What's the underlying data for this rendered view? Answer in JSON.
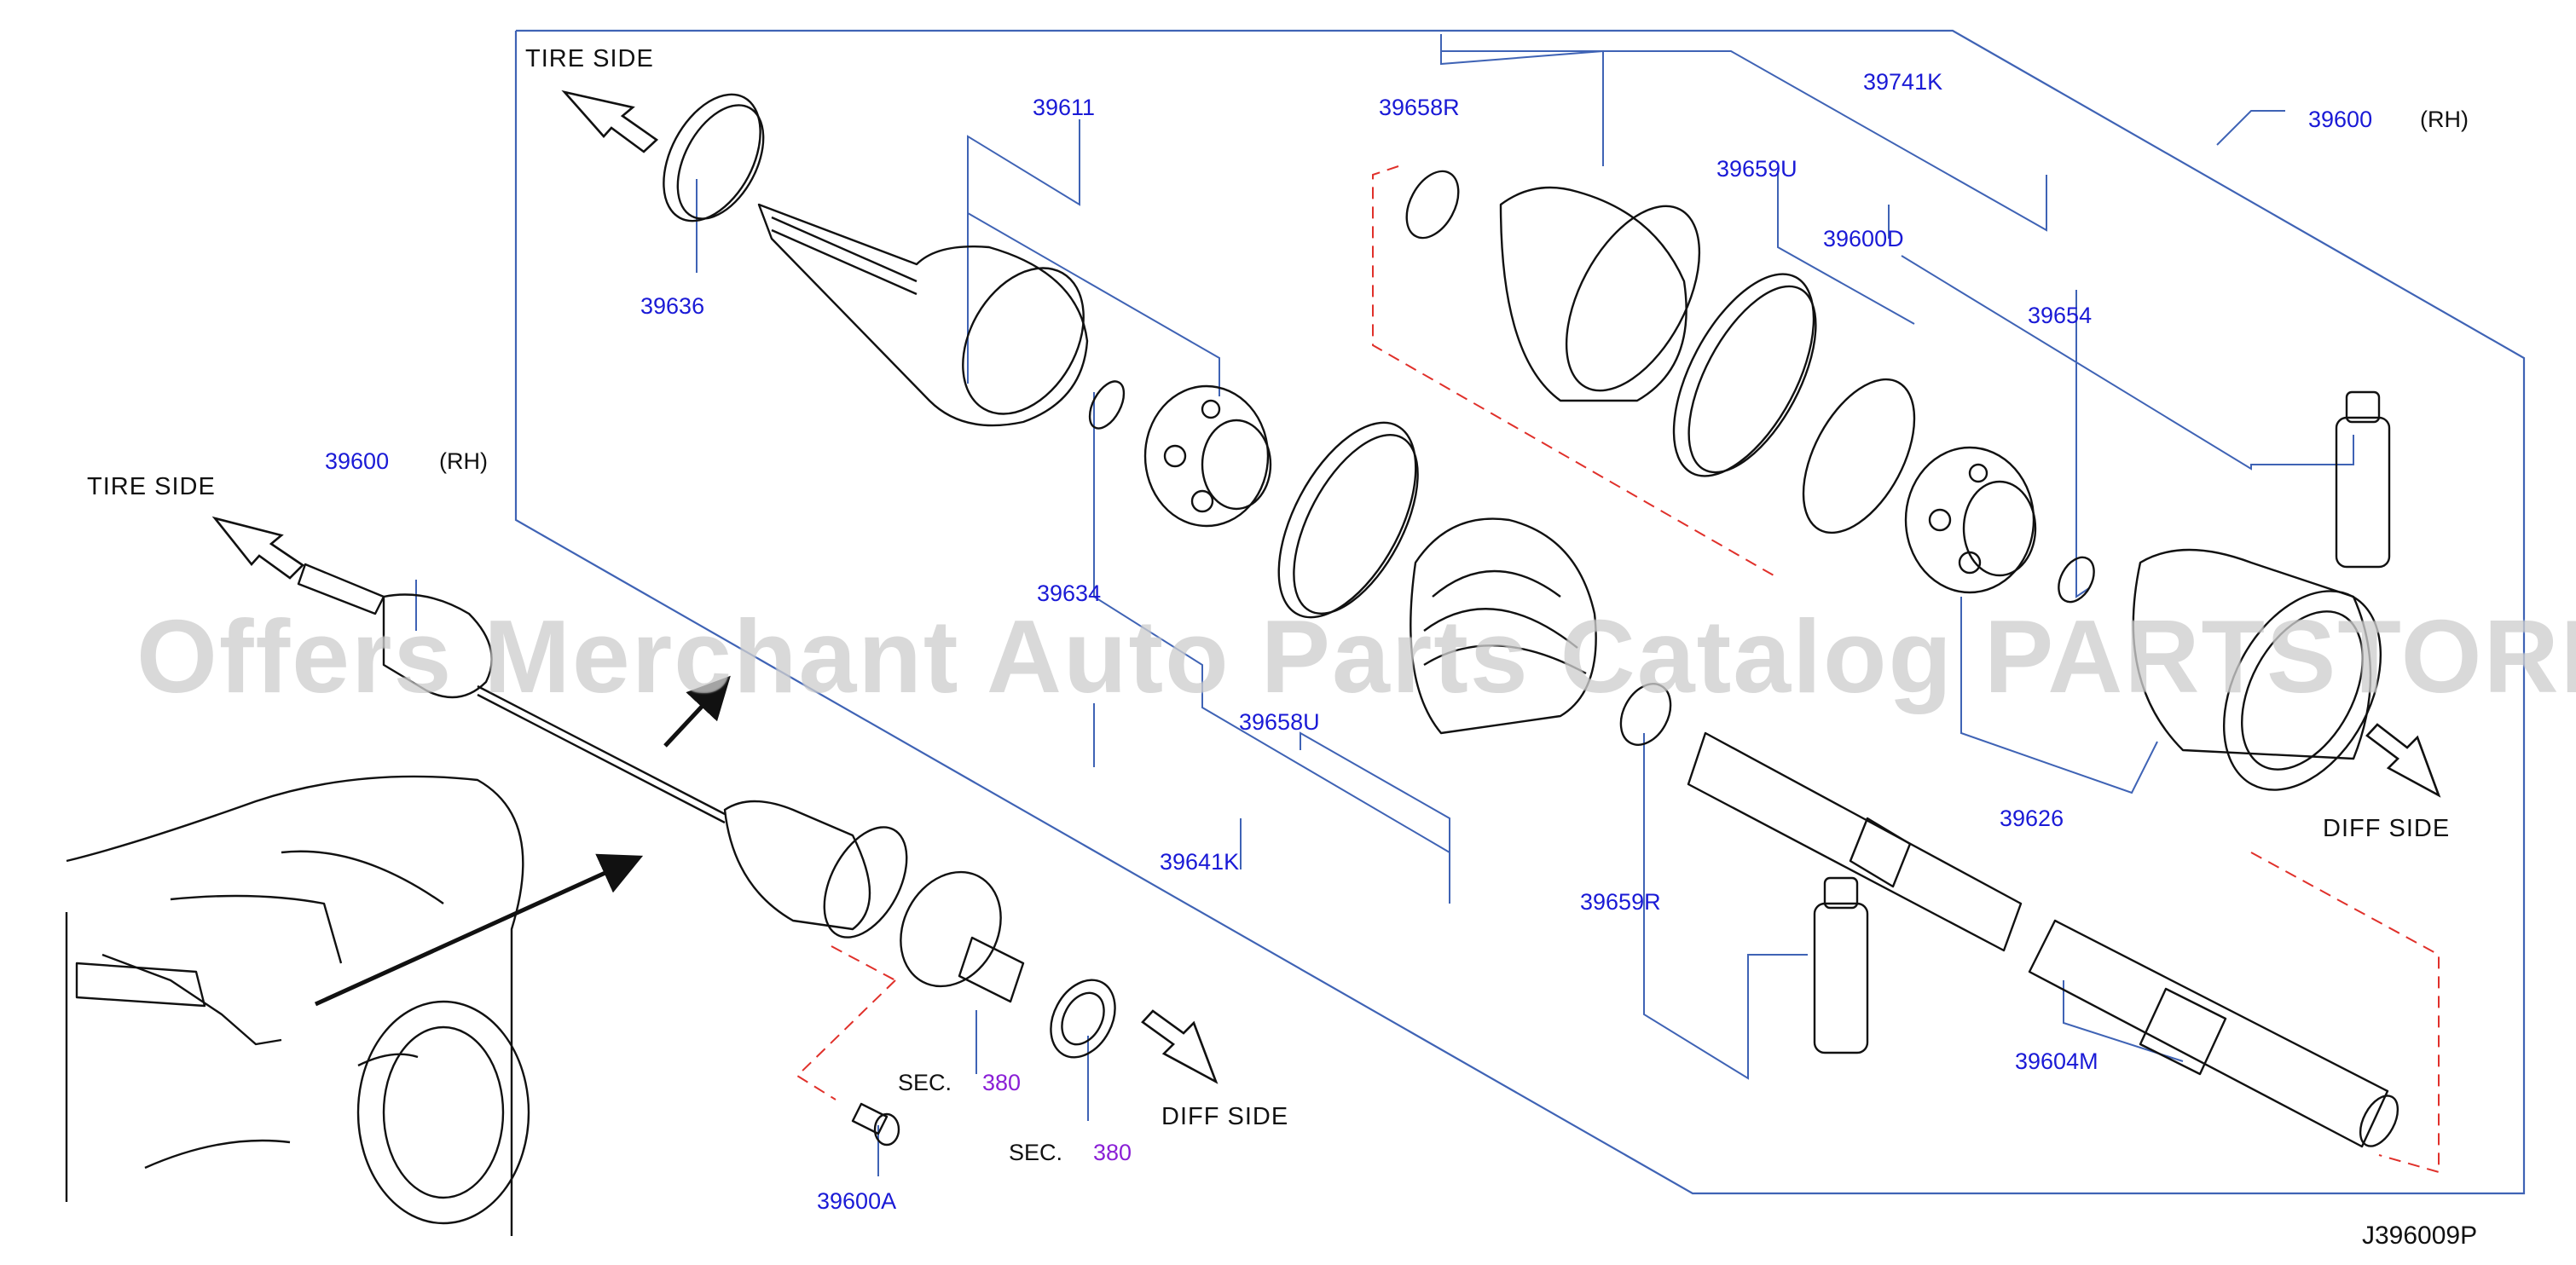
{
  "watermark": "Offers Merchant Auto Parts Catalog PARTSTORE.SA",
  "diagram_code": "J396009P",
  "side_labels": {
    "tire_side": "TIRE  SIDE",
    "diff_side": "DIFF  SIDE"
  },
  "qualifiers": {
    "rh": "(RH)",
    "sec": "SEC."
  },
  "parts": {
    "p39611": "39611",
    "p39636": "39636",
    "p39634": "39634",
    "p39658R": "39658R",
    "p39659U": "39659U",
    "p39741K": "39741K",
    "p39600_main": "39600",
    "p39600D": "39600D",
    "p39654": "39654",
    "p39658U": "39658U",
    "p39641K": "39641K",
    "p39659R": "39659R",
    "p39626": "39626",
    "p39604M": "39604M",
    "p39600_left": "39600",
    "p39600A": "39600A"
  },
  "section_refs": {
    "sec1": "380",
    "sec2": "380"
  },
  "colors": {
    "part_number": "#1a1ad6",
    "section_number": "#8a1fd6",
    "frame_line": "#3f63b5",
    "hidden_line": "#e0302a",
    "ink": "#111111"
  }
}
